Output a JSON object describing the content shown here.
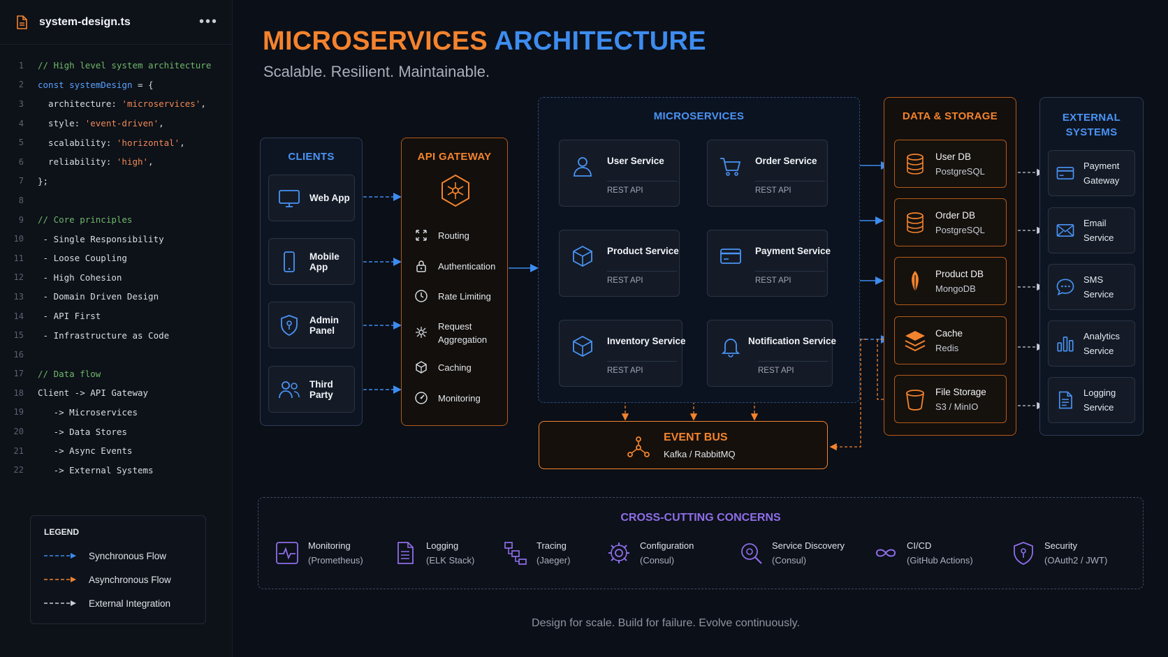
{
  "editor": {
    "filename": "system-design.ts",
    "menu": "•••",
    "lines": [
      {
        "n": "1",
        "parts": [
          {
            "t": "// High level system architecture",
            "c": "com"
          }
        ]
      },
      {
        "n": "2",
        "parts": [
          {
            "t": "const ",
            "c": "kw"
          },
          {
            "t": "systemDesign",
            "c": "kw"
          },
          {
            "t": " = {",
            "c": "txt"
          }
        ]
      },
      {
        "n": "3",
        "parts": [
          {
            "t": "  architecture: ",
            "c": "txt"
          },
          {
            "t": "'microservices'",
            "c": "str"
          },
          {
            "t": ",",
            "c": "txt"
          }
        ]
      },
      {
        "n": "4",
        "parts": [
          {
            "t": "  style: ",
            "c": "txt"
          },
          {
            "t": "'event-driven'",
            "c": "str"
          },
          {
            "t": ",",
            "c": "txt"
          }
        ]
      },
      {
        "n": "5",
        "parts": [
          {
            "t": "  scalability: ",
            "c": "txt"
          },
          {
            "t": "'horizontal'",
            "c": "str"
          },
          {
            "t": ",",
            "c": "txt"
          }
        ]
      },
      {
        "n": "6",
        "parts": [
          {
            "t": "  reliability: ",
            "c": "txt"
          },
          {
            "t": "'high'",
            "c": "str"
          },
          {
            "t": ",",
            "c": "txt"
          }
        ]
      },
      {
        "n": "7",
        "parts": [
          {
            "t": "};",
            "c": "txt"
          }
        ]
      },
      {
        "n": "8",
        "parts": []
      },
      {
        "n": "9",
        "parts": [
          {
            "t": "// Core principles",
            "c": "com"
          }
        ]
      },
      {
        "n": "10",
        "parts": [
          {
            "t": " - Single Responsibility",
            "c": "txt"
          }
        ]
      },
      {
        "n": "11",
        "parts": [
          {
            "t": " - Loose Coupling",
            "c": "txt"
          }
        ]
      },
      {
        "n": "12",
        "parts": [
          {
            "t": " - High Cohesion",
            "c": "txt"
          }
        ]
      },
      {
        "n": "13",
        "parts": [
          {
            "t": " - Domain Driven Design",
            "c": "txt"
          }
        ]
      },
      {
        "n": "14",
        "parts": [
          {
            "t": " - API First",
            "c": "txt"
          }
        ]
      },
      {
        "n": "15",
        "parts": [
          {
            "t": " - Infrastructure as Code",
            "c": "txt"
          }
        ]
      },
      {
        "n": "16",
        "parts": []
      },
      {
        "n": "17",
        "parts": [
          {
            "t": "// Data flow",
            "c": "com"
          }
        ]
      },
      {
        "n": "18",
        "parts": [
          {
            "t": "Client -> API Gateway",
            "c": "txt"
          }
        ]
      },
      {
        "n": "19",
        "parts": [
          {
            "t": "   -> Microservices",
            "c": "txt"
          }
        ]
      },
      {
        "n": "20",
        "parts": [
          {
            "t": "   -> Data Stores",
            "c": "txt"
          }
        ]
      },
      {
        "n": "21",
        "parts": [
          {
            "t": "   -> Async Events",
            "c": "txt"
          }
        ]
      },
      {
        "n": "22",
        "parts": [
          {
            "t": "   -> External Systems",
            "c": "txt"
          }
        ]
      }
    ]
  },
  "legend": {
    "title": "LEGEND",
    "items": [
      "Synchronous Flow",
      "Asynchronous Flow",
      "External Integration"
    ]
  },
  "header": {
    "title_part1": "MICROSERVICES",
    "title_part2": "ARCHITECTURE",
    "subtitle": "Scalable. Resilient. Maintainable."
  },
  "clients": {
    "title": "CLIENTS",
    "items": [
      "Web App",
      "Mobile App",
      "Admin Panel",
      "Third Party"
    ]
  },
  "gateway": {
    "title": "API GATEWAY",
    "items": [
      "Routing",
      "Authentication",
      "Rate Limiting",
      "Request",
      "Aggregation",
      "Caching",
      "Monitoring"
    ]
  },
  "microservices": {
    "title": "MICROSERVICES",
    "api_label": "REST API",
    "services": [
      "User Service",
      "Order Service",
      "Product Service",
      "Payment Service",
      "Inventory Service",
      "Notification Service"
    ]
  },
  "event_bus": {
    "title": "EVENT BUS",
    "subtitle": "Kafka / RabbitMQ"
  },
  "storage": {
    "title": "DATA & STORAGE",
    "items": [
      {
        "name": "User DB",
        "tech": "PostgreSQL"
      },
      {
        "name": "Order DB",
        "tech": "PostgreSQL"
      },
      {
        "name": "Product DB",
        "tech": "MongoDB"
      },
      {
        "name": "Cache",
        "tech": "Redis"
      },
      {
        "name": "File Storage",
        "tech": "S3 / MinIO"
      }
    ]
  },
  "external": {
    "title1": "EXTERNAL",
    "title2": "SYSTEMS",
    "items": [
      {
        "l1": "Payment",
        "l2": "Gateway"
      },
      {
        "l1": "Email",
        "l2": "Service"
      },
      {
        "l1": "SMS",
        "l2": "Service"
      },
      {
        "l1": "Analytics",
        "l2": "Service"
      },
      {
        "l1": "Logging",
        "l2": "Service"
      }
    ]
  },
  "crosscutting": {
    "title": "CROSS-CUTTING CONCERNS",
    "items": [
      {
        "name": "Monitoring",
        "tool": "(Prometheus)"
      },
      {
        "name": "Logging",
        "tool": "(ELK Stack)"
      },
      {
        "name": "Tracing",
        "tool": "(Jaeger)"
      },
      {
        "name": "Configuration",
        "tool": "(Consul)"
      },
      {
        "name": "Service Discovery",
        "tool": "(Consul)"
      },
      {
        "name": "CI/CD",
        "tool": "(GitHub Actions)"
      },
      {
        "name": "Security",
        "tool": "(OAuth2 / JWT)"
      }
    ]
  },
  "footer": "Design for scale. Build for failure. Evolve continuously.",
  "colors": {
    "sync": "#3d8cf0",
    "async": "#f4832e",
    "external": "#c9ced8",
    "cross": "#8f6ee8"
  }
}
